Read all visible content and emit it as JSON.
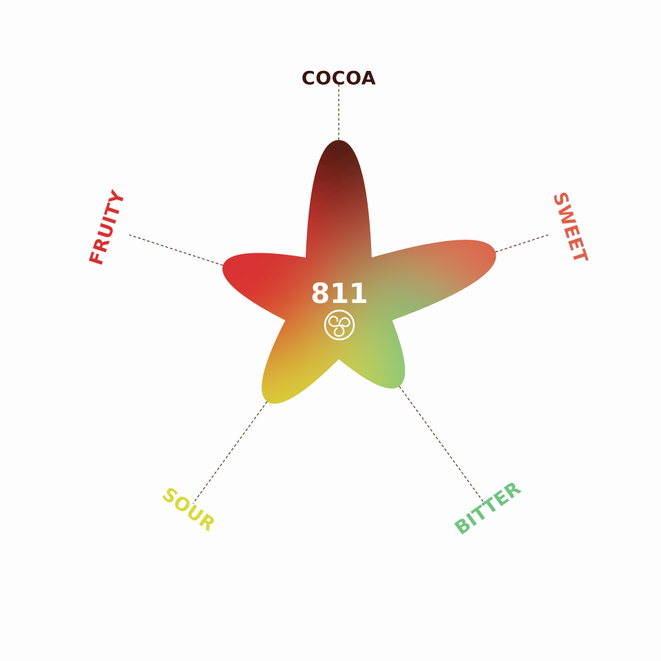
{
  "chart_data": {
    "type": "radar",
    "axes": [
      "COCOA",
      "SWEET",
      "BITTER",
      "SOUR",
      "FRUITY"
    ],
    "values": [
      0.87,
      0.88,
      0.55,
      0.65,
      0.65
    ],
    "axis_colors": [
      "#3a1410",
      "#e0604b",
      "#6ec47f",
      "#d9d93a",
      "#d93030"
    ],
    "range": [
      0,
      1
    ],
    "grid": false,
    "center_value": "811",
    "center_icon": "triskelion-icon"
  }
}
